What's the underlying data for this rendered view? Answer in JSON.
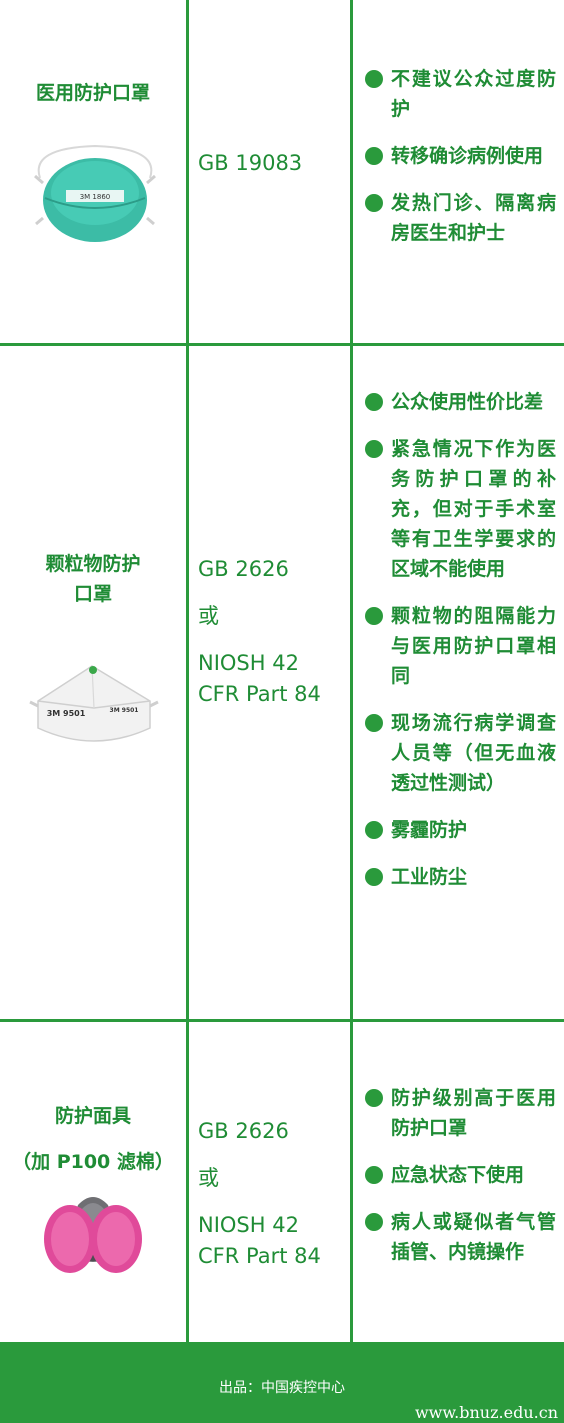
{
  "rows": [
    {
      "name_lines": [
        "医用防护口罩"
      ],
      "image_icon": "teal-medical-respirator-icon",
      "image_text": [
        "3M 1860"
      ],
      "standard_lines": [
        "GB 19083"
      ],
      "uses": [
        "不建议公众过度防护",
        "转移确诊病例使用",
        "发热门诊、隔离病房医生和护士"
      ]
    },
    {
      "name_lines": [
        "颗粒物防护",
        "口罩"
      ],
      "image_icon": "white-particulate-respirator-icon",
      "image_text": [
        "3M 9501",
        "3M 9501"
      ],
      "standard_lines": [
        "GB 2626",
        "或",
        "NIOSH  42",
        "CFR Part 84"
      ],
      "uses": [
        "公众使用性价比差",
        "紧急情况下作为医务防护口罩的补充，但对于手术室等有卫生学要求的区域不能使用",
        "颗粒物的阻隔能力与医用防护口罩相同",
        "现场流行病学调查人员等（但无血液透过性测试）",
        "雾霾防护",
        "工业防尘"
      ]
    },
    {
      "name_lines": [
        "防护面具",
        "（加 P100 滤棉）"
      ],
      "image_icon": "half-face-respirator-p100-icon",
      "standard_lines": [
        "GB 2626",
        "或",
        "NIOSH  42",
        "CFR Part 84"
      ],
      "uses": [
        "防护级别高于医用防护口罩",
        "应急状态下使用",
        "病人或疑似者气管插管、内镜操作"
      ]
    }
  ],
  "footer": {
    "source": "出品：中国疾控中心",
    "watermark": "www.bnuz.edu.cn"
  },
  "colors": {
    "green": "#2a9a3c",
    "text_green": "#1f8c35",
    "mask_teal": "#3cbca6",
    "filter_pink": "#e04a9a"
  }
}
